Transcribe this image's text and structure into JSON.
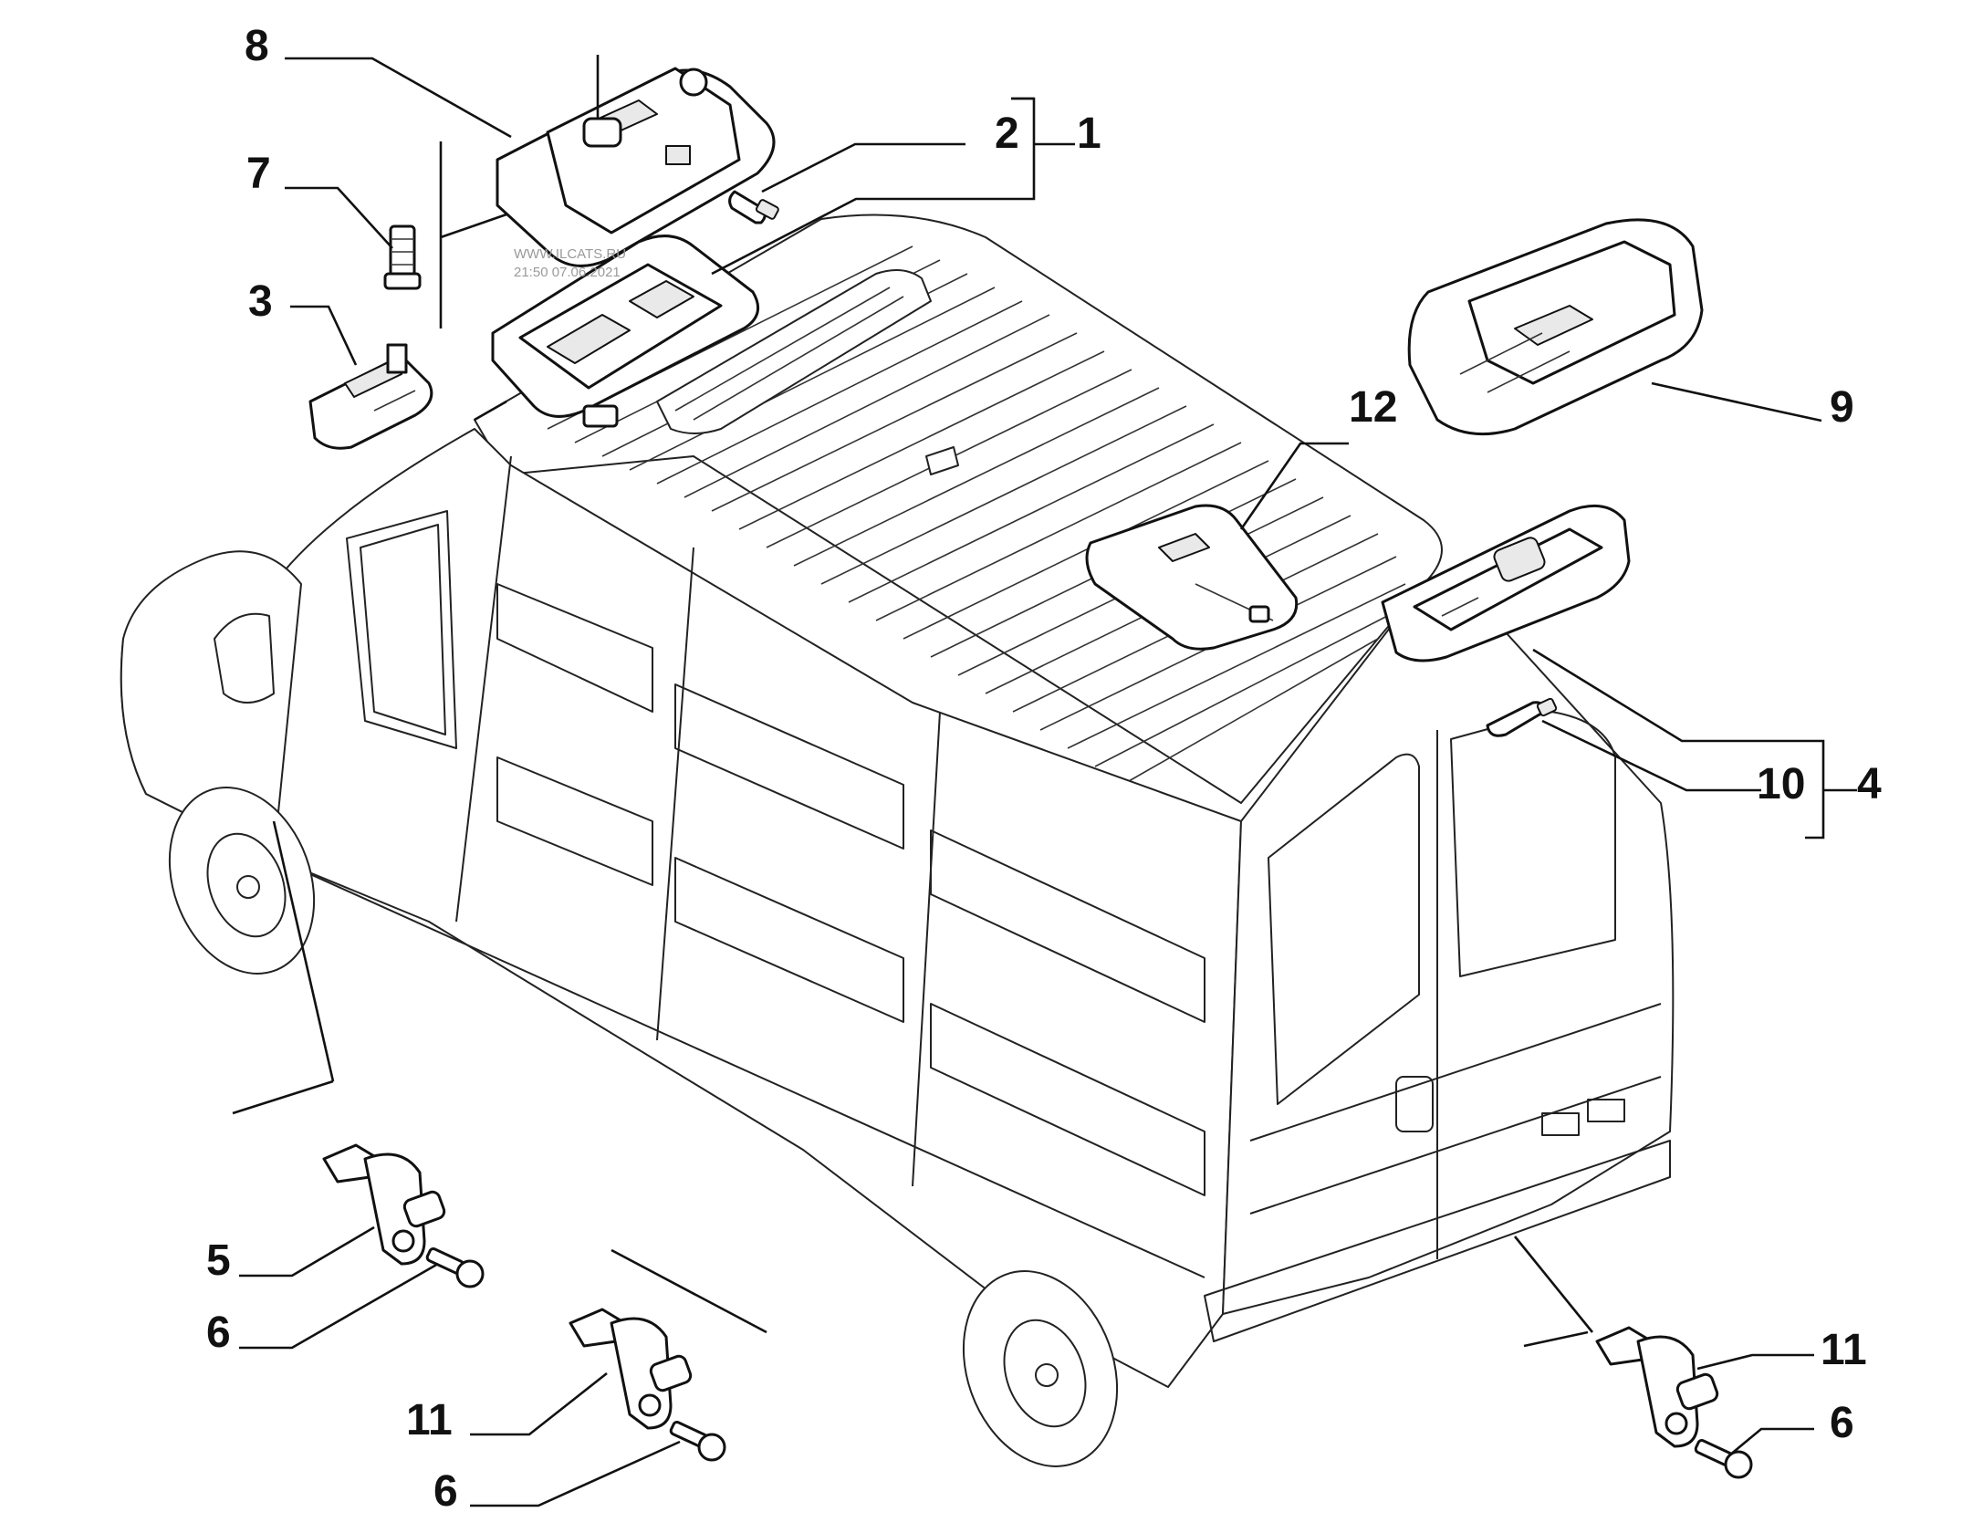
{
  "callouts": {
    "c1": "1",
    "c2": "2",
    "c3": "3",
    "c4": "4",
    "c5": "5",
    "c6a": "6",
    "c6b": "6",
    "c6c": "6",
    "c7": "7",
    "c8": "8",
    "c9": "9",
    "c10": "10",
    "c11a": "11",
    "c11b": "11",
    "c12": "12"
  },
  "watermark": {
    "line1": "WWW.ILCATS.RU",
    "line2": "21:50 07.06.2021"
  }
}
